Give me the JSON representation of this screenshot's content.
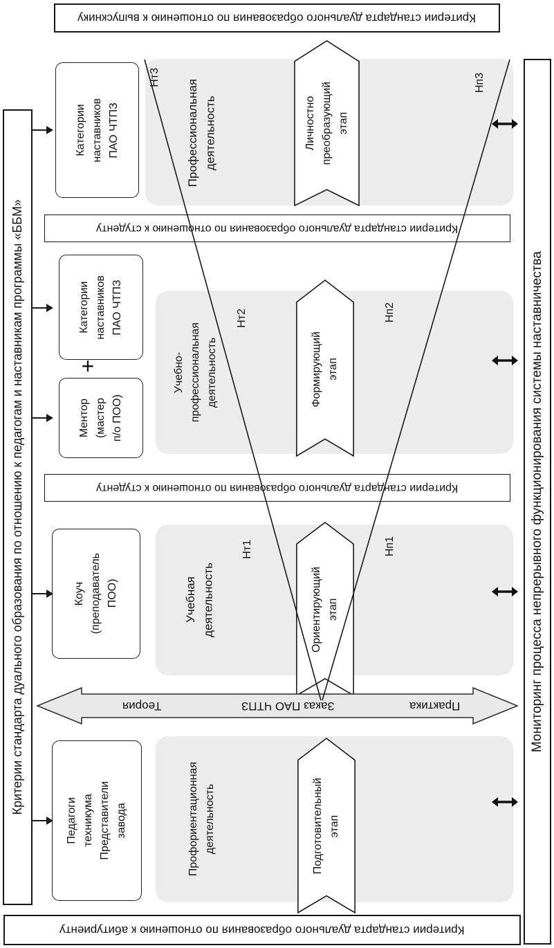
{
  "colors": {
    "panel-gray": "#ececec",
    "arrow-gray": "#e9e9e9",
    "line-black": "#1a1a1a"
  },
  "frame": {
    "graduate": "Критерии стандарта дуального образования по отношению к выпускнику",
    "entrant": "Критерии стандарта дуального образования по отношению к абитуриенту",
    "teachers": "Критерии стандарта дуального образования по отношению к педагогам и наставникам программы «ББМ»",
    "monitoring": "Мониторинг процесса непрерывного функционирования системы наставничества"
  },
  "student_criteria": {
    "upper": "Критерии стандарта дуального образования по отношению к студенту",
    "lower": "Критерии стандарта дуального образования по отношению к студенту"
  },
  "axis": {
    "theory": "Теория",
    "order": "Заказ ПАО ЧТПЗ",
    "practice": "Практика"
  },
  "stages": [
    {
      "id": "personal-transforming",
      "banner": [
        "Личностно",
        "преобразующий",
        "этап"
      ],
      "activity": [
        "Профессиональная",
        "деятельность"
      ],
      "actor": [
        "Категории",
        "наставников",
        "ПАО ЧТПЗ"
      ],
      "nt": "Нт3",
      "np": "Нп3"
    },
    {
      "id": "forming",
      "banner": [
        "Формирующий",
        "этап"
      ],
      "activity": [
        "Учебно-",
        "профессиональная",
        "деятельность"
      ],
      "actor": [
        "Категории",
        "наставников",
        "ПАО ЧТПЗ"
      ],
      "plus": "+",
      "actor2": [
        "Ментор",
        "(мастер",
        "п/о ПОО)"
      ],
      "nt": "Нт2",
      "np": "Нп2"
    },
    {
      "id": "orienting",
      "banner": [
        "Ориентирующий",
        "этап"
      ],
      "activity": [
        "Учебная",
        "деятельность"
      ],
      "actor": [
        "Коуч",
        "(преподаватель",
        "ПОО)"
      ],
      "nt": "Нт1",
      "np": "Нп1"
    },
    {
      "id": "preparatory",
      "banner": [
        "Подготовительный",
        "этап"
      ],
      "activity": [
        "Профориентационная",
        "деятельность"
      ],
      "actor": [
        "Педагоги",
        "техникума",
        "Представители",
        "завода"
      ]
    }
  ]
}
